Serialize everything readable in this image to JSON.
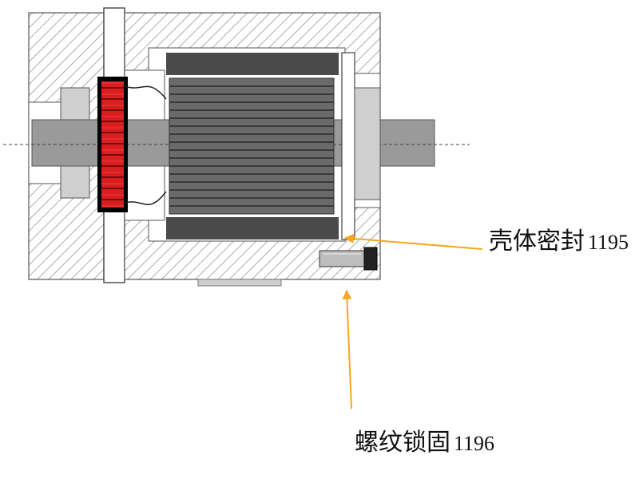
{
  "callouts": {
    "housing_seal": {
      "text": "壳体密封",
      "code": "1195"
    },
    "thread_lock": {
      "text": "螺纹锁固",
      "code": "1196"
    }
  },
  "colors": {
    "arrow": "#f5a623",
    "gear": "#d81e1e",
    "rotor": "#4a4a4a",
    "housing_hatch": "#8a8a8a",
    "shaft": "#9a9a9a"
  },
  "icons": {
    "gear": "gear-icon",
    "rotor": "rotor-icon",
    "screw": "screw-icon"
  }
}
